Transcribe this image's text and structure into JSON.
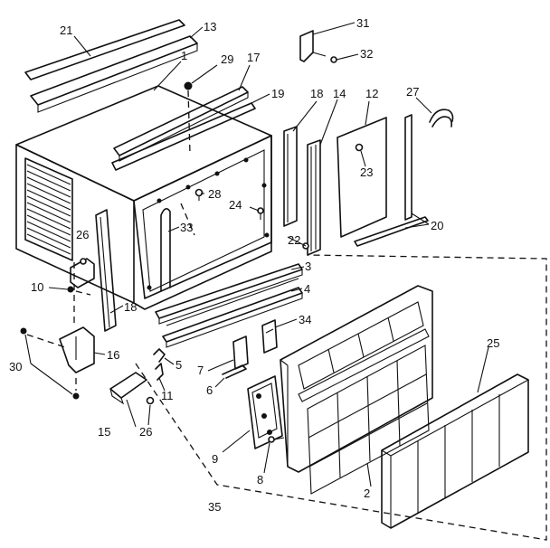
{
  "labels": {
    "p1": "1",
    "p2": "2",
    "p3": "3",
    "p4": "4",
    "p5": "5",
    "p6": "6",
    "p7": "7",
    "p8": "8",
    "p9": "9",
    "p10": "10",
    "p11": "11",
    "p12": "12",
    "p13": "13",
    "p14": "14",
    "p15": "15",
    "p16": "16",
    "p17": "17",
    "p18a": "18",
    "p18b": "18",
    "p19": "19",
    "p20": "20",
    "p21": "21",
    "p22": "22",
    "p23": "23",
    "p24": "24",
    "p25": "25",
    "p26a": "26",
    "p26b": "26",
    "p27": "27",
    "p28": "28",
    "p29": "29",
    "p30": "30",
    "p31": "31",
    "p32": "32",
    "p33": "33",
    "p34": "34",
    "p35": "35"
  }
}
